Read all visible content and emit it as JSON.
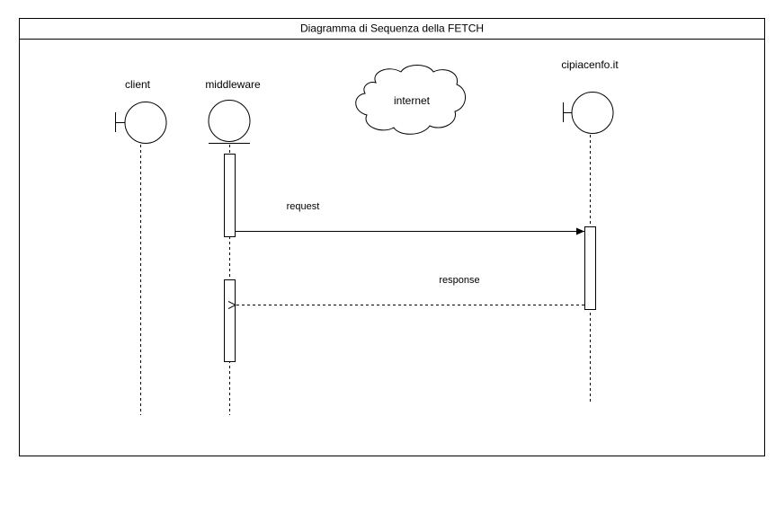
{
  "diagram": {
    "title": "Diagramma di Sequenza della FETCH",
    "participants": {
      "client": "client",
      "middleware": "middleware",
      "server": "cipiacenfo.it"
    },
    "cloud_label": "internet",
    "messages": {
      "request": "request",
      "response": "response"
    }
  },
  "colors": {
    "line": "#000000",
    "background": "#ffffff"
  }
}
